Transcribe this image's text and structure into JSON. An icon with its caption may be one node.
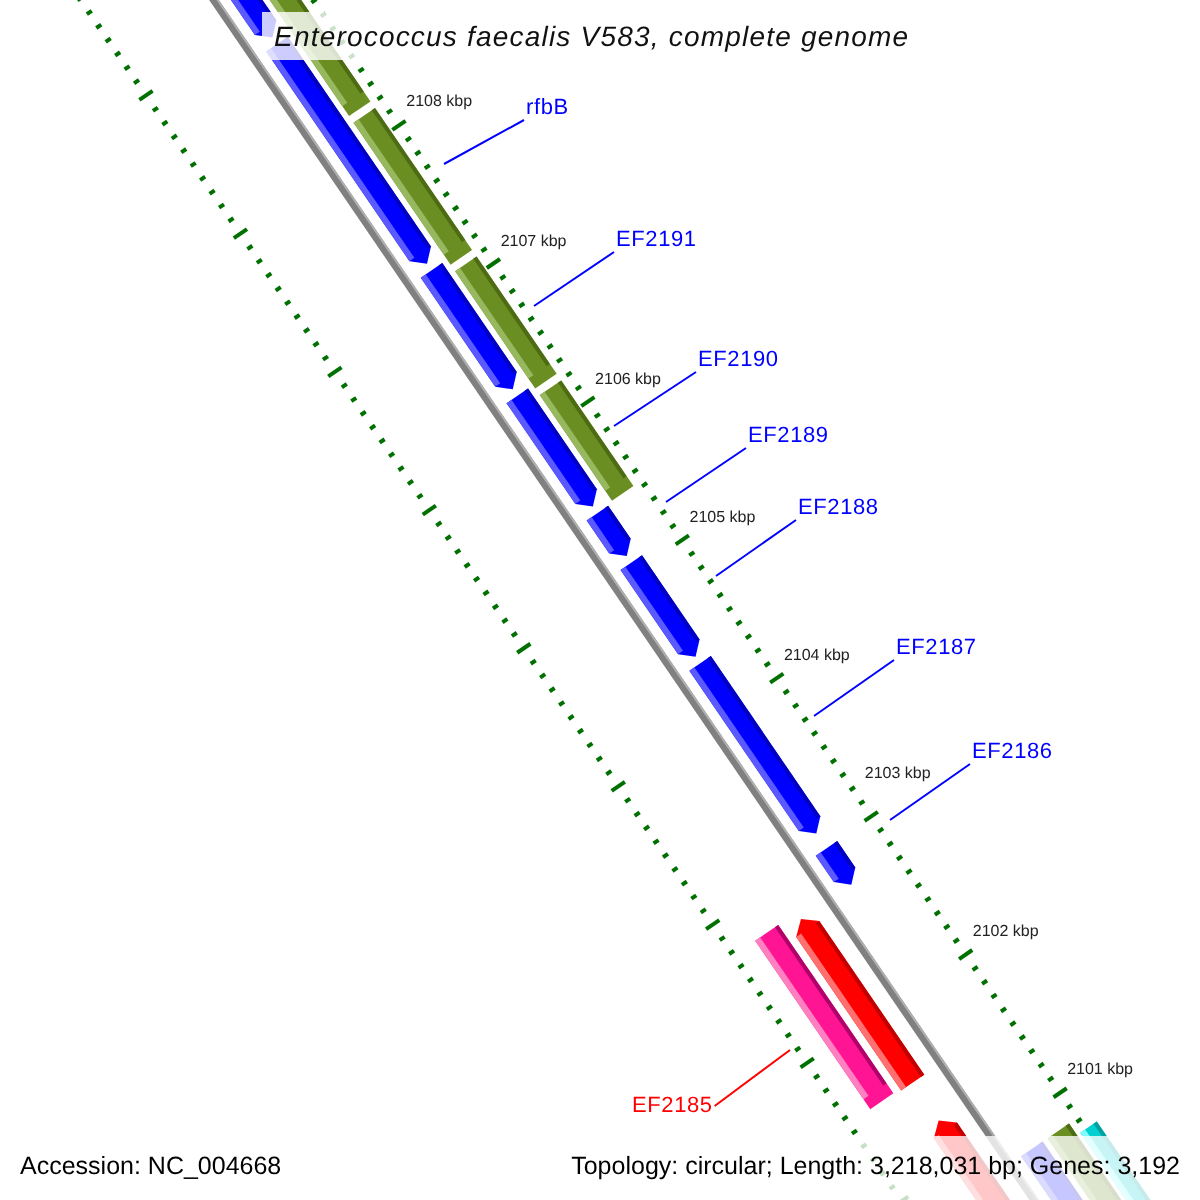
{
  "diagram": {
    "title": "Enterococcus faecalis V583, complete genome",
    "nodes": [
      {
        "text": [
          "rfbB"
        ]
      },
      {
        "text": [
          "EF2191"
        ]
      },
      {
        "text": [
          "EF2190"
        ]
      },
      {
        "text": [
          "EF2189"
        ]
      },
      {
        "text": [
          "EF2188"
        ]
      },
      {
        "text": [
          "EF2187"
        ]
      },
      {
        "text": [
          "EF2186"
        ]
      },
      {
        "text": [
          "EF2185"
        ]
      }
    ],
    "edges": [
      {
        "from": 0,
        "to": null,
        "arrow": "none"
      },
      {
        "from": 1,
        "to": null,
        "arrow": "none"
      },
      {
        "from": 2,
        "to": null,
        "arrow": "none"
      },
      {
        "from": 3,
        "to": null,
        "arrow": "none"
      },
      {
        "from": 4,
        "to": null,
        "arrow": "none"
      },
      {
        "from": 5,
        "to": null,
        "arrow": "none"
      },
      {
        "from": 6,
        "to": null,
        "arrow": "none"
      },
      {
        "from": 7,
        "to": null,
        "arrow": "none",
        "color": "#ff0000"
      }
    ],
    "labels": [
      "2108 kbp",
      "2107 kbp",
      "2106 kbp",
      "2105 kbp",
      "2104 kbp",
      "2103 kbp",
      "2102 kbp",
      "2101 kbp",
      "Accession: NC_004668",
      "Topology: circular; Length: 3,218,031 bp; Genes: 3,192"
    ]
  }
}
